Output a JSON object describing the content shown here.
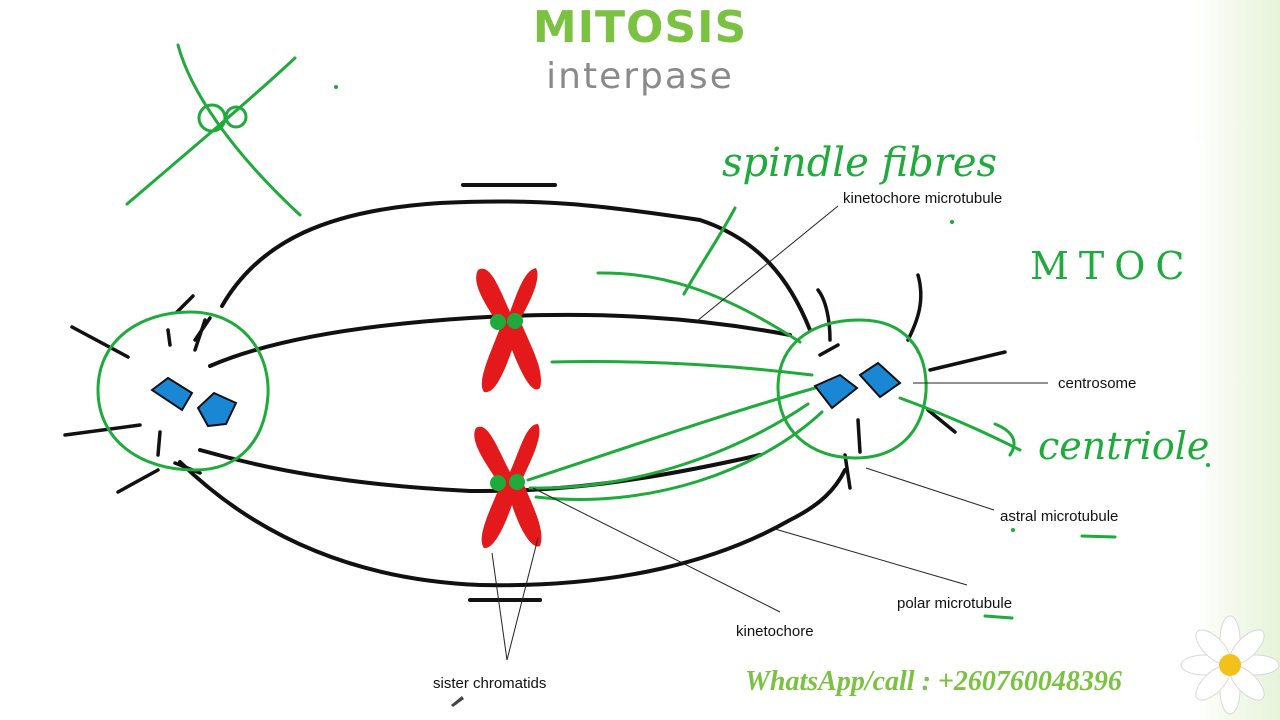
{
  "header": {
    "title": "MITOSIS",
    "subtitle": "interpase"
  },
  "handwritten": {
    "spindle": "spindle fibres",
    "mtoc": "MTOC",
    "centriole": "centriole"
  },
  "labels": {
    "kinetochore_microtubule": "kinetochore microtubule",
    "centrosome": "centrosome",
    "astral_microtubule": "astral microtubule",
    "polar_microtubule": "polar microtubule",
    "kinetochore": "kinetochore",
    "sister_chromatids": "sister chromatids"
  },
  "contact": "WhatsApp/call : +260760048396",
  "colors": {
    "title": "#7cc242",
    "subtitle": "#8a8a8a",
    "ink_green": "#1faa3c",
    "chromosome": "#e3191b",
    "centriole": "#1a87d4",
    "line": "#111111"
  }
}
